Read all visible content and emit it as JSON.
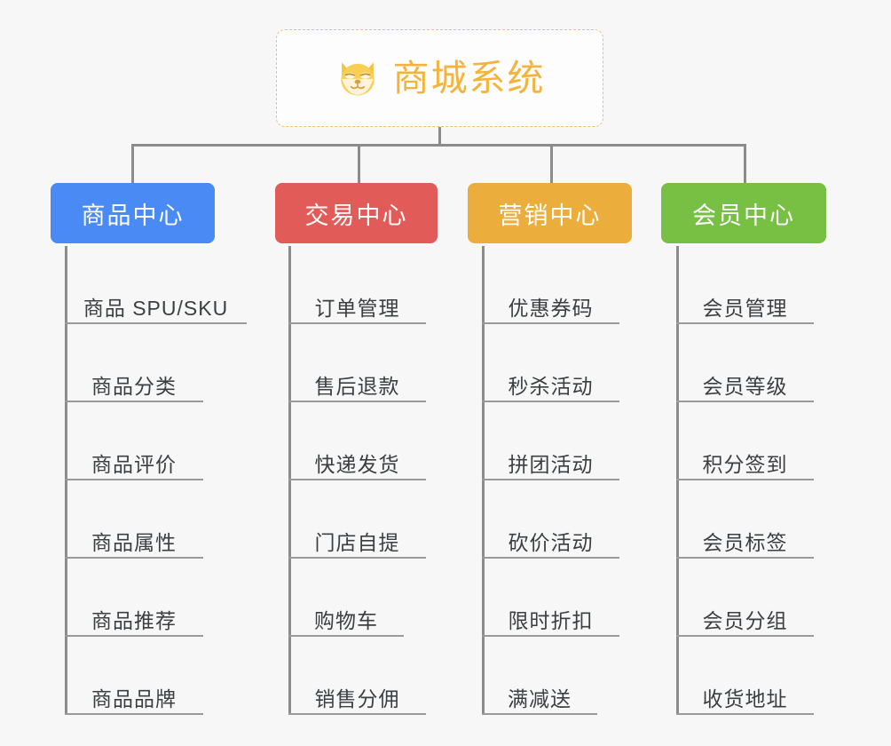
{
  "diagram": {
    "title": "商城系统",
    "background_color": "#f7f7f7",
    "root": {
      "label": "商城系统",
      "icon": "dog-face-icon",
      "text_color": "#f3b33d",
      "border_color": "#f0c070",
      "background_color": "#fdfdfd"
    },
    "connector_color": "#8c8c8c",
    "branches": [
      {
        "label": "商品中心",
        "color": "#4a8af4",
        "children": [
          "商品 SPU/SKU",
          "商品分类",
          "商品评价",
          "商品属性",
          "商品推荐",
          "商品品牌"
        ]
      },
      {
        "label": "交易中心",
        "color": "#e15b58",
        "children": [
          "订单管理",
          "售后退款",
          "快递发货",
          "门店自提",
          "购物车",
          "销售分佣"
        ]
      },
      {
        "label": "营销中心",
        "color": "#ebae3c",
        "children": [
          "优惠券码",
          "秒杀活动",
          "拼团活动",
          "砍价活动",
          "限时折扣",
          "满减送"
        ]
      },
      {
        "label": "会员中心",
        "color": "#77c043",
        "children": [
          "会员管理",
          "会员等级",
          "积分签到",
          "会员标签",
          "会员分组",
          "收货地址"
        ]
      }
    ]
  }
}
